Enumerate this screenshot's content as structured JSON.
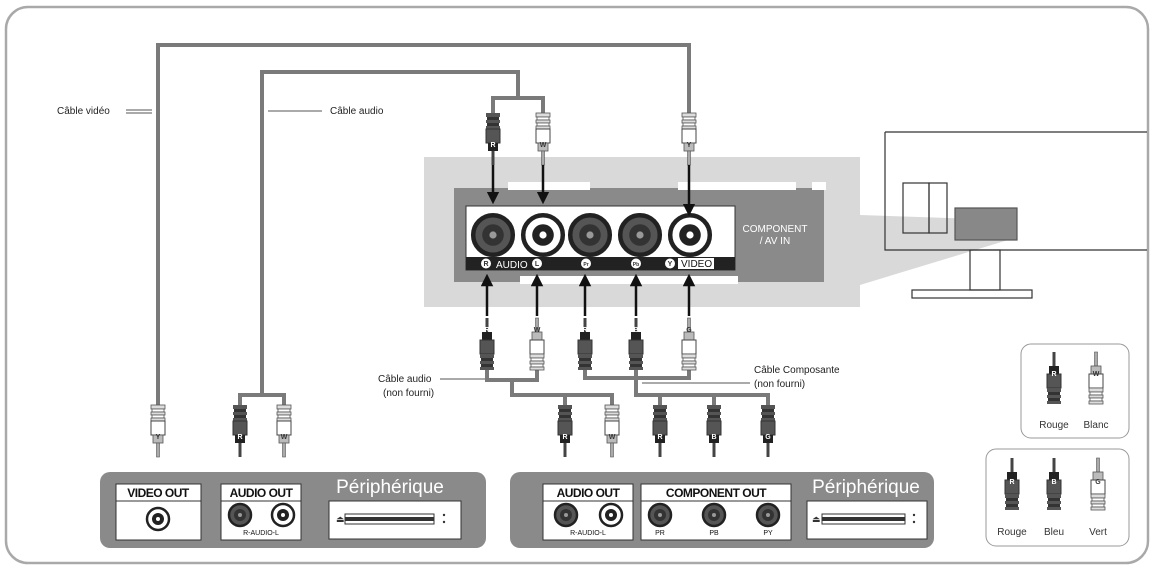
{
  "cables": {
    "video_cable": "Câble vidéo",
    "audio_cable": "Câble audio",
    "audio_cable_supplied_line1": "Câble audio",
    "audio_cable_supplied_line2": "(non fourni)",
    "component_cable_line1": "Câble Composante",
    "component_cable_line2": "(non fourni)"
  },
  "tv_panel": {
    "label_line1": "COMPONENT",
    "label_line2": "/ AV IN",
    "strip_labels": [
      "R",
      "AUDIO",
      "L",
      "Pr",
      "Pb",
      "Y",
      "VIDEO"
    ]
  },
  "device_left": {
    "video_out": "VIDEO OUT",
    "audio_out": "AUDIO OUT",
    "audio_sub": "R-AUDIO-L",
    "name": "Périphérique"
  },
  "device_right": {
    "audio_out": "AUDIO OUT",
    "audio_sub": "R-AUDIO-L",
    "component_out": "COMPONENT OUT",
    "pr": "PR",
    "pb": "PB",
    "py": "PY",
    "name": "Périphérique"
  },
  "plug_letters": {
    "red": "R",
    "white": "W",
    "blue": "B",
    "green": "G",
    "yellow": "Y"
  },
  "legend": {
    "top": [
      "Rouge",
      "Blanc"
    ],
    "bottom": [
      "Rouge",
      "Bleu",
      "Vert"
    ]
  },
  "colors": {
    "frame": "#a9a9a9",
    "device_bg": "#8a8a8a",
    "panel_bg": "#d9d9d9",
    "cable": "#7a7a7a"
  }
}
